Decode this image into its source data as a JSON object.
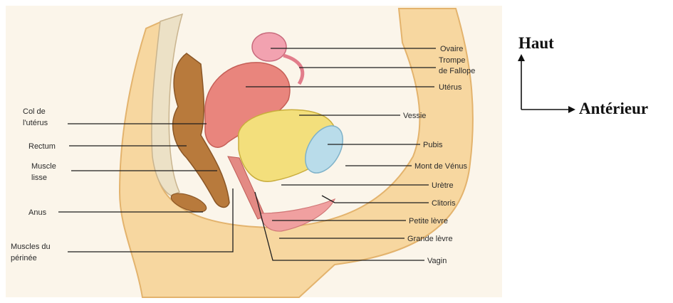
{
  "labels": {
    "ovaire": "Ovaire",
    "trompe_1": "Trompe",
    "trompe_2": "de Fallope",
    "uterus": "Utérus",
    "col_1": "Col de",
    "col_2": "l'utérus",
    "vessie": "Vessie",
    "rectum": "Rectum",
    "pubis": "Pubis",
    "muscle_lisse_1": "Muscle",
    "muscle_lisse_2": "lisse",
    "mont_venus": "Mont de Vénus",
    "uretre": "Urètre",
    "clitoris": "Clitoris",
    "anus": "Anus",
    "petite_levre": "Petite lèvre",
    "grande_levre": "Grande lèvre",
    "perinee_1": "Muscles du",
    "perinee_2": "périnée",
    "vagin": "Vagin"
  },
  "orientation": {
    "up": "Haut",
    "anterior": "Antérieur"
  },
  "colors": {
    "skin": "#f7d7a0",
    "skin_dark": "#e9b874",
    "uterus": "#e9857d",
    "bladder": "#f3df7c",
    "rectum": "#b87a3c",
    "pubis": "#b9dcea",
    "labia": "#f0a0a0"
  }
}
